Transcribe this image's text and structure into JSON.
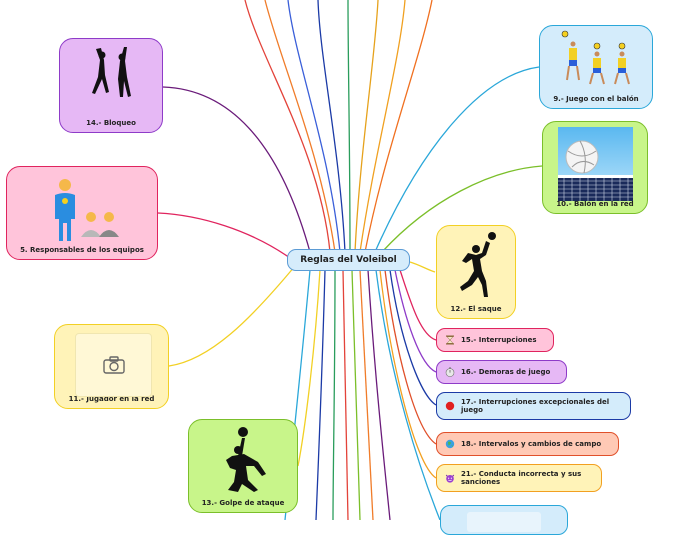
{
  "center": {
    "label": "Reglas del Voleibol"
  },
  "nodes": {
    "bloqueo": {
      "label": "14.- Bloqueo"
    },
    "responsables": {
      "label": "5. Responsables de los equipos"
    },
    "jugador_red": {
      "label": "11.- Jugador en la red"
    },
    "golpe_ataque": {
      "label": "13.- Golpe de ataque"
    },
    "juego_balon": {
      "label": "9.- Juego con el balón"
    },
    "balon_red": {
      "label": "10.- Balón en la red"
    },
    "saque": {
      "label": "12.- El saque"
    }
  },
  "pills": {
    "interrupciones": {
      "label": "15.- Interrupciones",
      "icon": "hourglass-icon"
    },
    "demoras": {
      "label": "16.- Demoras de juego",
      "icon": "stopwatch-icon"
    },
    "excepcionales": {
      "label": "17.- Interrupciones excepcionales del juego",
      "icon": "red-circle-icon"
    },
    "intervalos": {
      "label": "18.- Intervalos y cambios de campo",
      "icon": "globe-icon"
    },
    "conducta": {
      "label": "21.- Conducta incorrecta y sus sanciones",
      "icon": "devil-face-icon"
    }
  },
  "colors": {
    "center_fill": "#d6ecfb",
    "purple": "#e6b8f5",
    "pink": "#ffc4da",
    "yellow": "#fff3b8",
    "green": "#c8f58a",
    "blue": "#d4ecfb",
    "orange": "#ffc9b5"
  }
}
